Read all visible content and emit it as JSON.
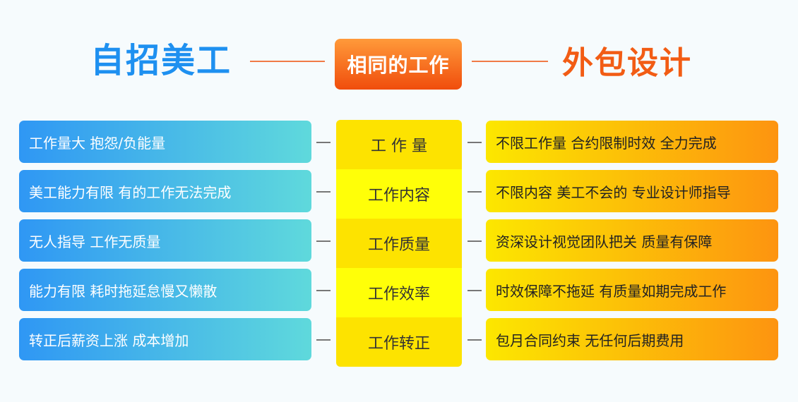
{
  "header": {
    "left_title": "自招美工",
    "center_title": "相同的工作",
    "right_title": "外包设计"
  },
  "rows": [
    {
      "left": "工作量大 抱怨/负能量",
      "center": "工 作 量",
      "right": "不限工作量 合约限制时效 全力完成"
    },
    {
      "left": "美工能力有限 有的工作无法完成",
      "center": "工作内容",
      "right": "不限内容 美工不会的 专业设计师指导"
    },
    {
      "left": "无人指导 工作无质量",
      "center": "工作质量",
      "right": "资深设计视觉团队把关 质量有保障"
    },
    {
      "left": "能力有限 耗时拖延怠慢又懒散",
      "center": "工作效率",
      "right": "时效保障不拖延 有质量如期完成工作"
    },
    {
      "left": "转正后薪资上涨 成本增加",
      "center": "工作转正",
      "right": "包月合同约束 无任何后期费用"
    }
  ]
}
